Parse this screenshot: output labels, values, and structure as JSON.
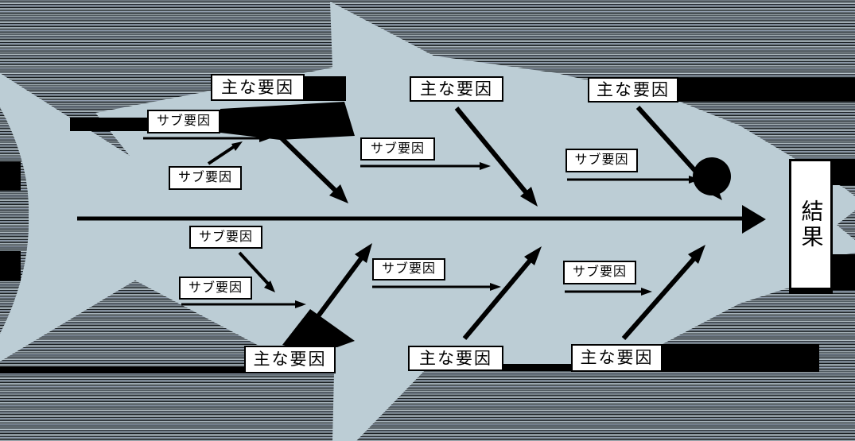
{
  "diagram": {
    "type": "fishbone-cause-effect",
    "result": {
      "label": "結果"
    },
    "main_factors_top": [
      {
        "label": "主な要因"
      },
      {
        "label": "主な要因"
      },
      {
        "label": "主な要因"
      }
    ],
    "main_factors_bottom": [
      {
        "label": "主な要因"
      },
      {
        "label": "主な要因"
      },
      {
        "label": "主な要因"
      }
    ],
    "sub_factors_top": [
      {
        "label": "サブ要因"
      },
      {
        "label": "サブ要因"
      },
      {
        "label": "サブ要因"
      },
      {
        "label": "サブ要因"
      }
    ],
    "sub_factors_bottom": [
      {
        "label": "サブ要因"
      },
      {
        "label": "サブ要因"
      },
      {
        "label": "サブ要因"
      },
      {
        "label": "サブ要因"
      }
    ]
  },
  "colors": {
    "fish_body": "#bccdd5",
    "ink": "#000000",
    "box_bg": "#ffffff",
    "stripe_light": "#a8b4bb",
    "stripe_dark": "#14191c"
  }
}
